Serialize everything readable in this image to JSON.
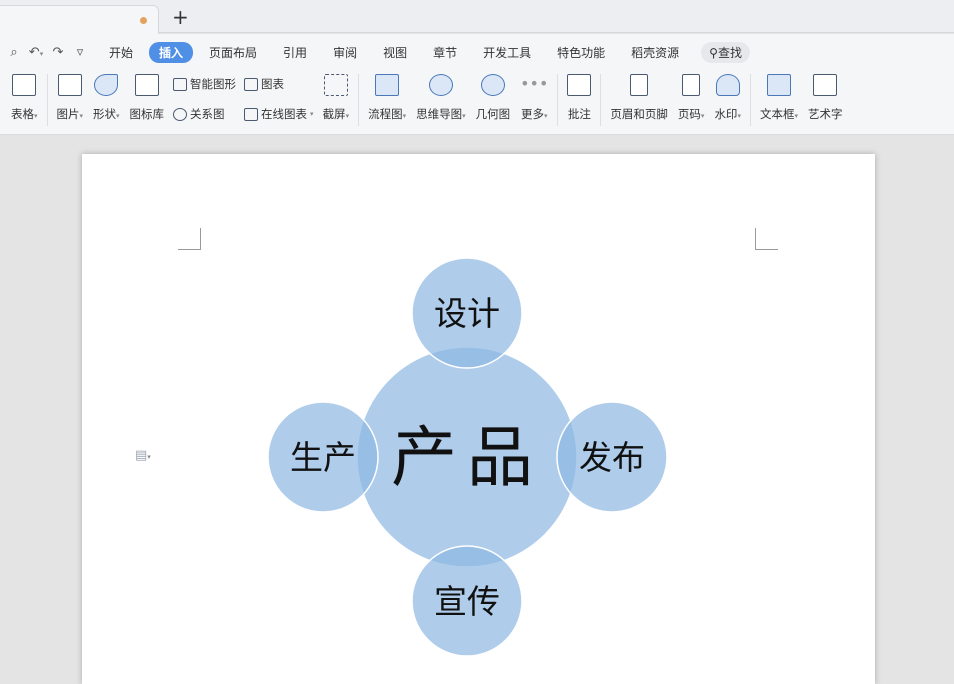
{
  "tabbar": {
    "new_tab": "+"
  },
  "menu": {
    "items": [
      "开始",
      "插入",
      "页面布局",
      "引用",
      "审阅",
      "视图",
      "章节",
      "开发工具",
      "特色功能",
      "稻壳资源"
    ],
    "active": "插入",
    "search": "查找"
  },
  "toolbar": {
    "table": "表格",
    "picture": "图片",
    "shape": "形状",
    "icon_lib": "图标库",
    "smart_art": "智能图形",
    "relation": "关系图",
    "chart": "图表",
    "online_chart": "在线图表",
    "screenshot": "截屏",
    "flowchart": "流程图",
    "mindmap": "思维导图",
    "geometry": "几何图",
    "more": "更多",
    "comment": "批注",
    "header_footer": "页眉和页脚",
    "page_number": "页码",
    "watermark": "水印",
    "textbox": "文本框",
    "wordart": "艺术字"
  },
  "diagram": {
    "center": "产品",
    "top": "设计",
    "left": "生产",
    "right": "发布",
    "bottom": "宣传",
    "fill": "#8db8e2",
    "stroke": "#ffffff"
  }
}
